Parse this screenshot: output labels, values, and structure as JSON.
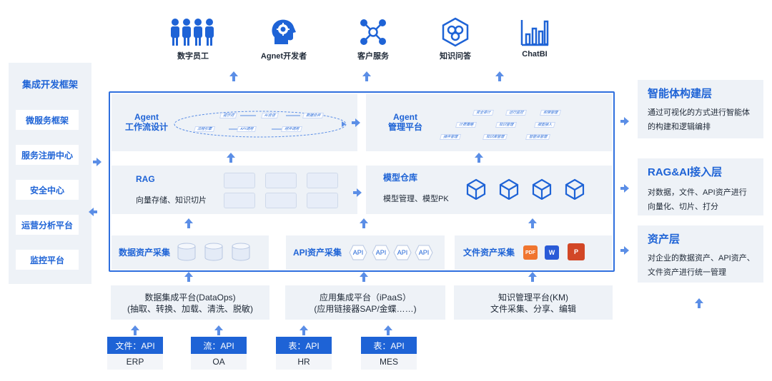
{
  "top_icons": [
    {
      "label": "数字员工",
      "icon": "people-group-icon"
    },
    {
      "label": "Agnet开发者",
      "icon": "brain-head-icon"
    },
    {
      "label": "客户服务",
      "icon": "network-icon"
    },
    {
      "label": "知识问答",
      "icon": "hexagon-knowledge-icon"
    },
    {
      "label": "ChatBI",
      "icon": "bar-chart-icon"
    }
  ],
  "left": {
    "title": "集成开发框架",
    "items": [
      "微服务框架",
      "服务注册中心",
      "安全中心",
      "运营分析平台",
      "监控平台"
    ]
  },
  "agent_workflow": {
    "title_line1": "Agent",
    "title_line2": "工作流设计",
    "pills": [
      "提示词",
      "AI会话",
      "数据合并",
      "流程引擎",
      "API调用",
      "组件调用"
    ]
  },
  "agent_platform": {
    "title_line1": "Agent",
    "title_line2": "管理平台",
    "pills": [
      "安全审计",
      "运行监控",
      "权限管理",
      "计费策略",
      "知识管理",
      "模型接入",
      "插件管理",
      "知识库管理",
      "智能体管理"
    ]
  },
  "rag": {
    "title": "RAG",
    "desc": "向量存储、知识切片"
  },
  "model": {
    "title": "模型仓库",
    "desc": "模型管理、模型PK"
  },
  "data_asset": {
    "title": "数据资产采集"
  },
  "api_asset": {
    "title": "API资产采集",
    "hex_labels": [
      "API",
      "API",
      "API",
      "API"
    ]
  },
  "file_asset": {
    "title": "文件资产采集",
    "file_icons": [
      "PDF",
      "W",
      "P"
    ]
  },
  "bottom": [
    {
      "line1": "数据集成平台(DataOps)",
      "line2": "(抽取、转换、加载、清洗、脱敏)"
    },
    {
      "line1": "应用集成平台（iPaaS）",
      "line2": "(应用链接器SAP/金蝶……)"
    },
    {
      "line1": "知识管理平台(KM)",
      "line2": "文件采集、分享、编辑"
    }
  ],
  "sources": [
    {
      "tag": "文件：API",
      "name": "ERP"
    },
    {
      "tag": "流：API",
      "name": "OA"
    },
    {
      "tag": "表：API",
      "name": "HR"
    },
    {
      "tag": "表：API",
      "name": "MES"
    }
  ],
  "right": [
    {
      "title": "智能体构建层",
      "desc": "通过可视化的方式进行智能体的构建和逻辑编排"
    },
    {
      "title": "RAG&AI接入层",
      "desc": "对数据，文件、API资产进行向量化、切片、打分"
    },
    {
      "title": "资产层",
      "desc": "对企业的数据资产、API资产、文件资产进行统一管理"
    }
  ],
  "colors": {
    "accent": "#1e63d6",
    "panel": "#eef2f7",
    "frame": "#2f6fde"
  }
}
